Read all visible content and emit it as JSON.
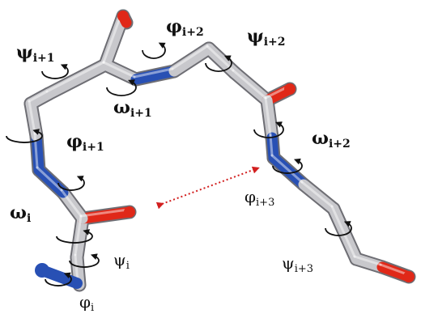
{
  "colors": {
    "carbon": "#c8c8cc",
    "carbon_dark": "#8a8a90",
    "nitrogen": "#2850b4",
    "oxygen": "#e02818",
    "arrow": "#111111",
    "hbond": "#d21f1f"
  },
  "labels": {
    "psi_i1": {
      "symbol": "ψ",
      "sub": "i+1"
    },
    "phi_i2": {
      "symbol": "φ",
      "sub": "i+2"
    },
    "psi_i2": {
      "symbol": "ψ",
      "sub": "i+2"
    },
    "omega_i1": {
      "symbol": "ω",
      "sub": "i+1"
    },
    "phi_i1": {
      "symbol": "φ",
      "sub": "i+1"
    },
    "omega_i2": {
      "symbol": "ω",
      "sub": "i+2"
    },
    "omega_i": {
      "symbol": "ω",
      "sub": "i"
    },
    "phi_i3": {
      "symbol": "φ",
      "sub": "i+3"
    },
    "psi_i": {
      "symbol": "ψ",
      "sub": "i"
    },
    "psi_i3": {
      "symbol": "ψ",
      "sub": "i+3"
    },
    "phi_i": {
      "symbol": "φ",
      "sub": "i"
    }
  }
}
